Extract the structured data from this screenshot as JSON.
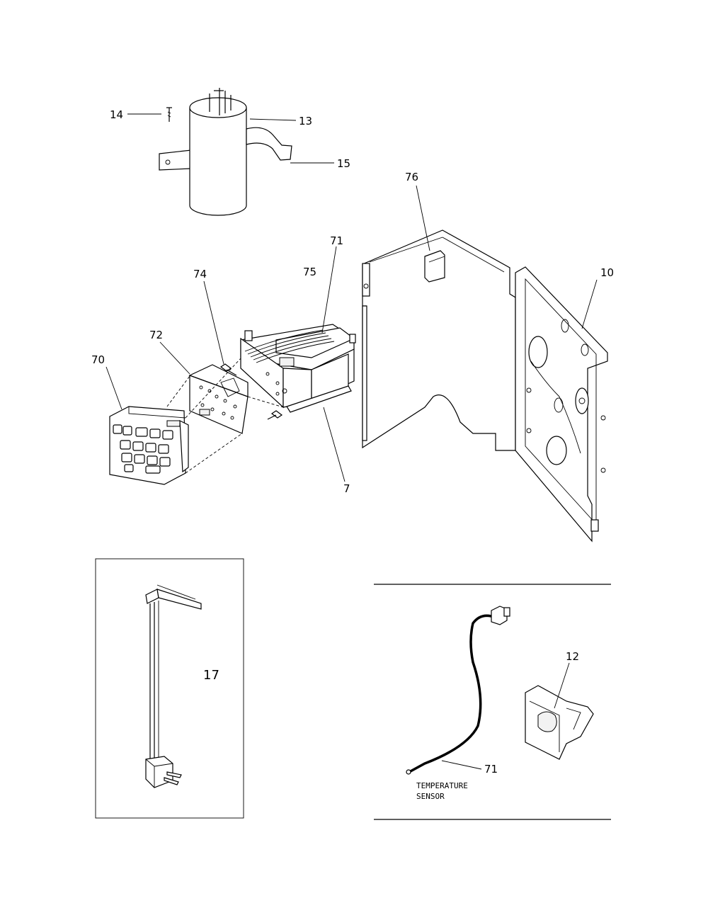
{
  "callouts": {
    "c14": "14",
    "c13": "13",
    "c15": "15",
    "c76": "76",
    "c71_top": "71",
    "c75": "75",
    "c74": "74",
    "c72": "72",
    "c70": "70",
    "c10": "10",
    "c7": "7",
    "c17": "17",
    "c12": "12",
    "c71_sensor": "71"
  },
  "sensor_caption": {
    "line1": "TEMPERATURE",
    "line2": "SENSOR"
  }
}
